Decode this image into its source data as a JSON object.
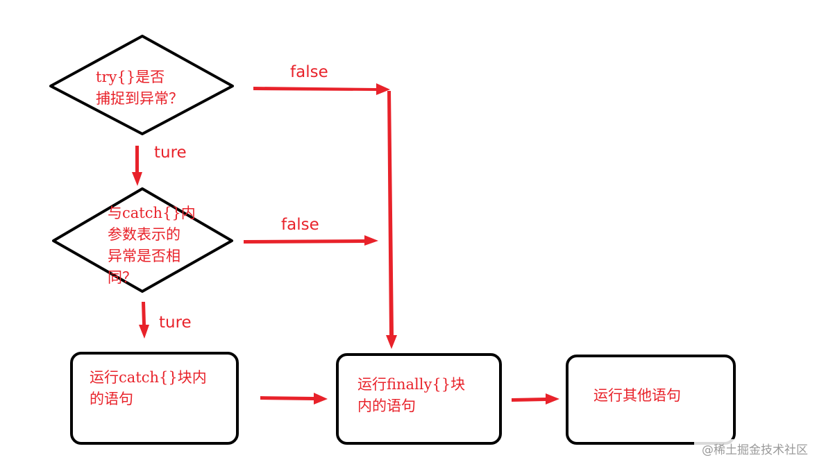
{
  "diagram": {
    "nodes": {
      "try_decision": {
        "lines": [
          "try{}是否",
          "捕捉到异常？"
        ]
      },
      "catch_decision": {
        "lines": [
          "与catch{}内",
          "参数表示的",
          "异常是否相",
          "同？"
        ]
      },
      "catch_block": {
        "lines": [
          "运行catch{}块内",
          "的语句"
        ]
      },
      "finally_block": {
        "lines": [
          "运行finally{}块",
          "内的语句"
        ]
      },
      "other_block": {
        "lines": [
          "运行其他语句"
        ]
      }
    },
    "edges": {
      "try_false": "false",
      "try_true": "ture",
      "catch_false": "false",
      "catch_true": "ture"
    },
    "colors": {
      "arrow": "#e8222a",
      "text": "#e8222a",
      "outline": "#000000"
    }
  },
  "watermark": "@稀土掘金技术社区"
}
